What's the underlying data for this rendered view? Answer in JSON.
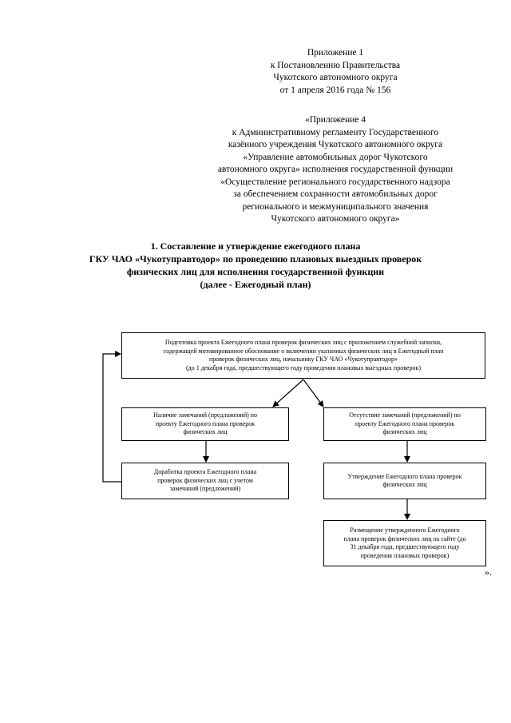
{
  "appendix_1": {
    "lines": [
      "Приложение 1",
      "к Постановлению Правительства",
      "Чукотского автономного округа",
      "от 1 апреля 2016 года № 156"
    ]
  },
  "appendix_4": {
    "lines": [
      "«Приложение 4",
      "к Административному регламенту Государственного",
      "казённого учреждения Чукотского автономного округа",
      "«Управление автомобильных дорог Чукотского",
      "автономного округа» исполнения государственной функции",
      "«Осуществление регионального государственного надзора",
      "за обеспечением сохранности автомобильных дорог",
      "регионального и межмуниципального значения",
      "Чукотского автономного округа»"
    ]
  },
  "heading": {
    "lines": [
      "1. Составление и утверждение ежегодного плана",
      "ГКУ ЧАО «Чукотуправтодор» по проведению плановых выездных проверок",
      "физических лиц для исполнения государственной функции",
      "(далее - Ежегодный план)"
    ]
  },
  "flowchart": {
    "prepare": [
      "Подготовка проекта Ежегодного плана проверок физических лиц с приложением служебной записки,",
      "содержащей мотивированное обоснование о включении указанных физических лиц в Ежегодный план",
      "проверок физических лиц, начальнику ГКУ ЧАО «Чукотуправтодор»",
      "(до 1 декабря года, предшествующего году проведения плановых выездных проверок)"
    ],
    "remarks_present": [
      "Наличие замечаний (предложений) по",
      "проекту Ежегодного плана проверок",
      "физических лиц"
    ],
    "remarks_absent": [
      "Отсутствие замечаний (предложений) по",
      "проекту Ежегодного плана проверок",
      "физических лиц"
    ],
    "revise": [
      "Доработка проекта Ежегодного плана",
      "проверок физических лиц с учетом",
      "замечаний (предложений)"
    ],
    "approve": [
      "Утверждение Ежегодного плана проверок",
      "физических лиц"
    ],
    "publish": [
      "Размещение утвержденного Ежегодного",
      "плана проверок физических лиц на сайте (до",
      "31 декабря года, предшествующего году",
      "проведения плановых проверок)"
    ]
  },
  "closing_mark": "»."
}
